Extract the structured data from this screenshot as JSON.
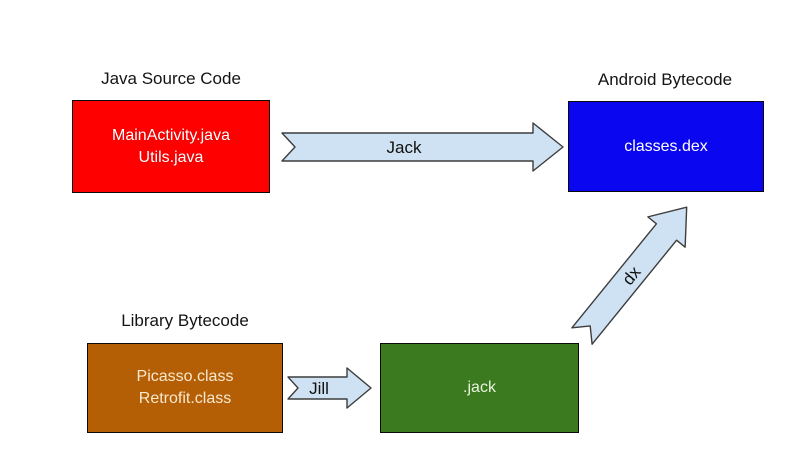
{
  "diagram": {
    "background": "#ffffff",
    "title_color": "#141414",
    "box_border_color": "#0a0a0a",
    "arrow_fill": "#cfe2f3",
    "arrow_border": "#3d3d3d",
    "arrow_label_color": "#111111",
    "nodes": {
      "java_source": {
        "title": "Java Source Code",
        "lines": [
          "MainActivity.java",
          "Utils.java"
        ],
        "fill": "#ff0000",
        "text_color": "#ffffff"
      },
      "android_bytecode": {
        "title": "Android Bytecode",
        "lines": [
          "classes.dex"
        ],
        "fill": "#0b06f0",
        "text_color": "#ffffff"
      },
      "library_bytecode": {
        "title": "Library Bytecode",
        "lines": [
          "Picasso.class",
          "Retrofit.class"
        ],
        "fill": "#b45f06",
        "text_color": "#f8e8cd"
      },
      "jack_file": {
        "title": "",
        "lines": [
          ".jack"
        ],
        "fill": "#3b7a1e",
        "text_color": "#e9f3df"
      }
    },
    "arrows": {
      "jack": {
        "label": "Jack"
      },
      "jill": {
        "label": "Jill"
      },
      "dx": {
        "label": "dx"
      }
    }
  }
}
